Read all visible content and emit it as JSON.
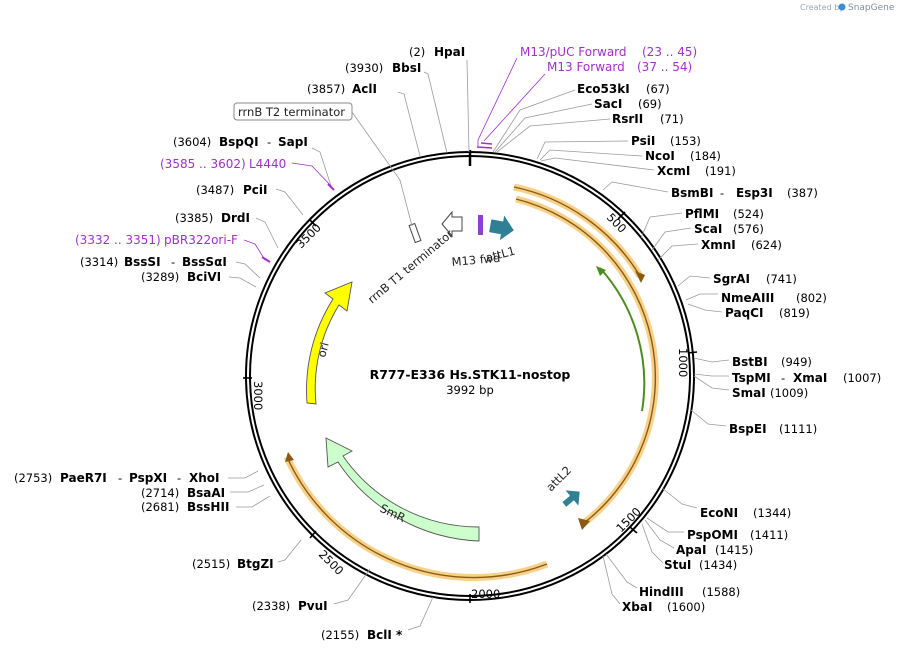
{
  "credit": {
    "prefix": "Created by",
    "brand": "SnapGene"
  },
  "plasmid": {
    "name": "R777-E336 Hs.STK11-nostop",
    "size_label": "3992 bp"
  },
  "ticks": [
    "500",
    "1000",
    "1500",
    "2000",
    "2500",
    "3000",
    "3500"
  ],
  "features": {
    "attL1": "attL1",
    "attL2": "attL2",
    "m13fwd": "M13 fwd",
    "rrnb_t1": "rrnB T1 terminator",
    "rrnb_t2": "rrnB T2 terminator",
    "ori": "ori",
    "smr": "SmR"
  },
  "sites_right": [
    {
      "name": "HpaI",
      "pos": "(2)"
    },
    {
      "name": "Eco53kI",
      "pos": "(67)"
    },
    {
      "name": "SacI",
      "pos": "(69)"
    },
    {
      "name": "RsrII",
      "pos": "(71)"
    },
    {
      "name": "PsiI",
      "pos": "(153)"
    },
    {
      "name": "NcoI",
      "pos": "(184)"
    },
    {
      "name": "XcmI",
      "pos": "(191)"
    },
    {
      "name": "BsmBI",
      "sep": "-",
      "name2": "Esp3I",
      "pos": "(387)"
    },
    {
      "name": "PflMI",
      "pos": "(524)"
    },
    {
      "name": "ScaI",
      "pos": "(576)"
    },
    {
      "name": "XmnI",
      "pos": "(624)"
    },
    {
      "name": "SgrAI",
      "pos": "(741)"
    },
    {
      "name": "NmeAIII",
      "pos": "(802)"
    },
    {
      "name": "PaqCI",
      "pos": "(819)"
    },
    {
      "name": "BstBI",
      "pos": "(949)"
    },
    {
      "name": "TspMI",
      "sep": "-",
      "name2": "XmaI",
      "pos": "(1007)"
    },
    {
      "name": "SmaI",
      "pos": "(1009)"
    },
    {
      "name": "BspEI",
      "pos": "(1111)"
    },
    {
      "name": "EcoNI",
      "pos": "(1344)"
    },
    {
      "name": "PspOMI",
      "pos": "(1411)"
    },
    {
      "name": "ApaI",
      "pos": "(1415)"
    },
    {
      "name": "StuI",
      "pos": "(1434)"
    },
    {
      "name": "HindIII",
      "pos": "(1588)"
    },
    {
      "name": "XbaI",
      "pos": "(1600)"
    }
  ],
  "sites_left": [
    {
      "name": "BbsI",
      "pos": "(3930)"
    },
    {
      "name": "AclI",
      "pos": "(3857)"
    },
    {
      "name": "BspQI",
      "sep": "-",
      "name2": "SapI",
      "pos": "(3604)"
    },
    {
      "name": "PciI",
      "pos": "(3487)"
    },
    {
      "name": "DrdI",
      "pos": "(3385)"
    },
    {
      "name": "BssSI",
      "sep": "-",
      "name2": "BssSαI",
      "pos": "(3314)"
    },
    {
      "name": "BciVI",
      "pos": "(3289)"
    },
    {
      "name": "PaeR7I",
      "sep": "-",
      "name2": "PspXI",
      "sep2": "-",
      "name3": "XhoI",
      "pos": "(2753)"
    },
    {
      "name": "BsaAI",
      "pos": "(2714)"
    },
    {
      "name": "BssHII",
      "pos": "(2681)"
    },
    {
      "name": "BtgZI",
      "pos": "(2515)"
    },
    {
      "name": "PvuI",
      "pos": "(2338)"
    },
    {
      "name": "BclI *",
      "pos": "(2155)"
    }
  ],
  "primers": [
    {
      "name": "M13/pUC Forward",
      "range": "(23 .. 45)"
    },
    {
      "name": "M13 Forward",
      "range": "(37 .. 54)"
    },
    {
      "name": "L4440",
      "range": "(3585 .. 3602)"
    },
    {
      "name": "pBR322ori-F",
      "range": "(3332 .. 3351)"
    }
  ],
  "colors": {
    "backbone": "#000000",
    "orf_highlight": "#f5c66a",
    "orf_arrow": "#b8741a",
    "inner_orf": "#4d8c1f",
    "att_site": "#2f7f95",
    "ori": "#ffff00",
    "smr": "#ccffcc",
    "primer": "#a030c8",
    "leader": "#9a9a9a"
  }
}
